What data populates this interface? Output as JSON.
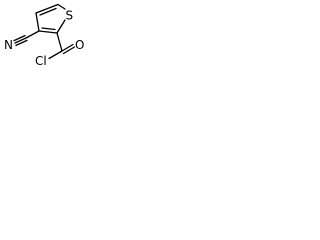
{
  "structure": {
    "atoms": {
      "sulfur": "S",
      "nitrile_nitrogen": "N",
      "carbonyl_oxygen": "O",
      "chlorine": "Cl"
    }
  },
  "colors": {
    "bond": "#000000",
    "label": "#000000",
    "background": "#ffffff"
  }
}
